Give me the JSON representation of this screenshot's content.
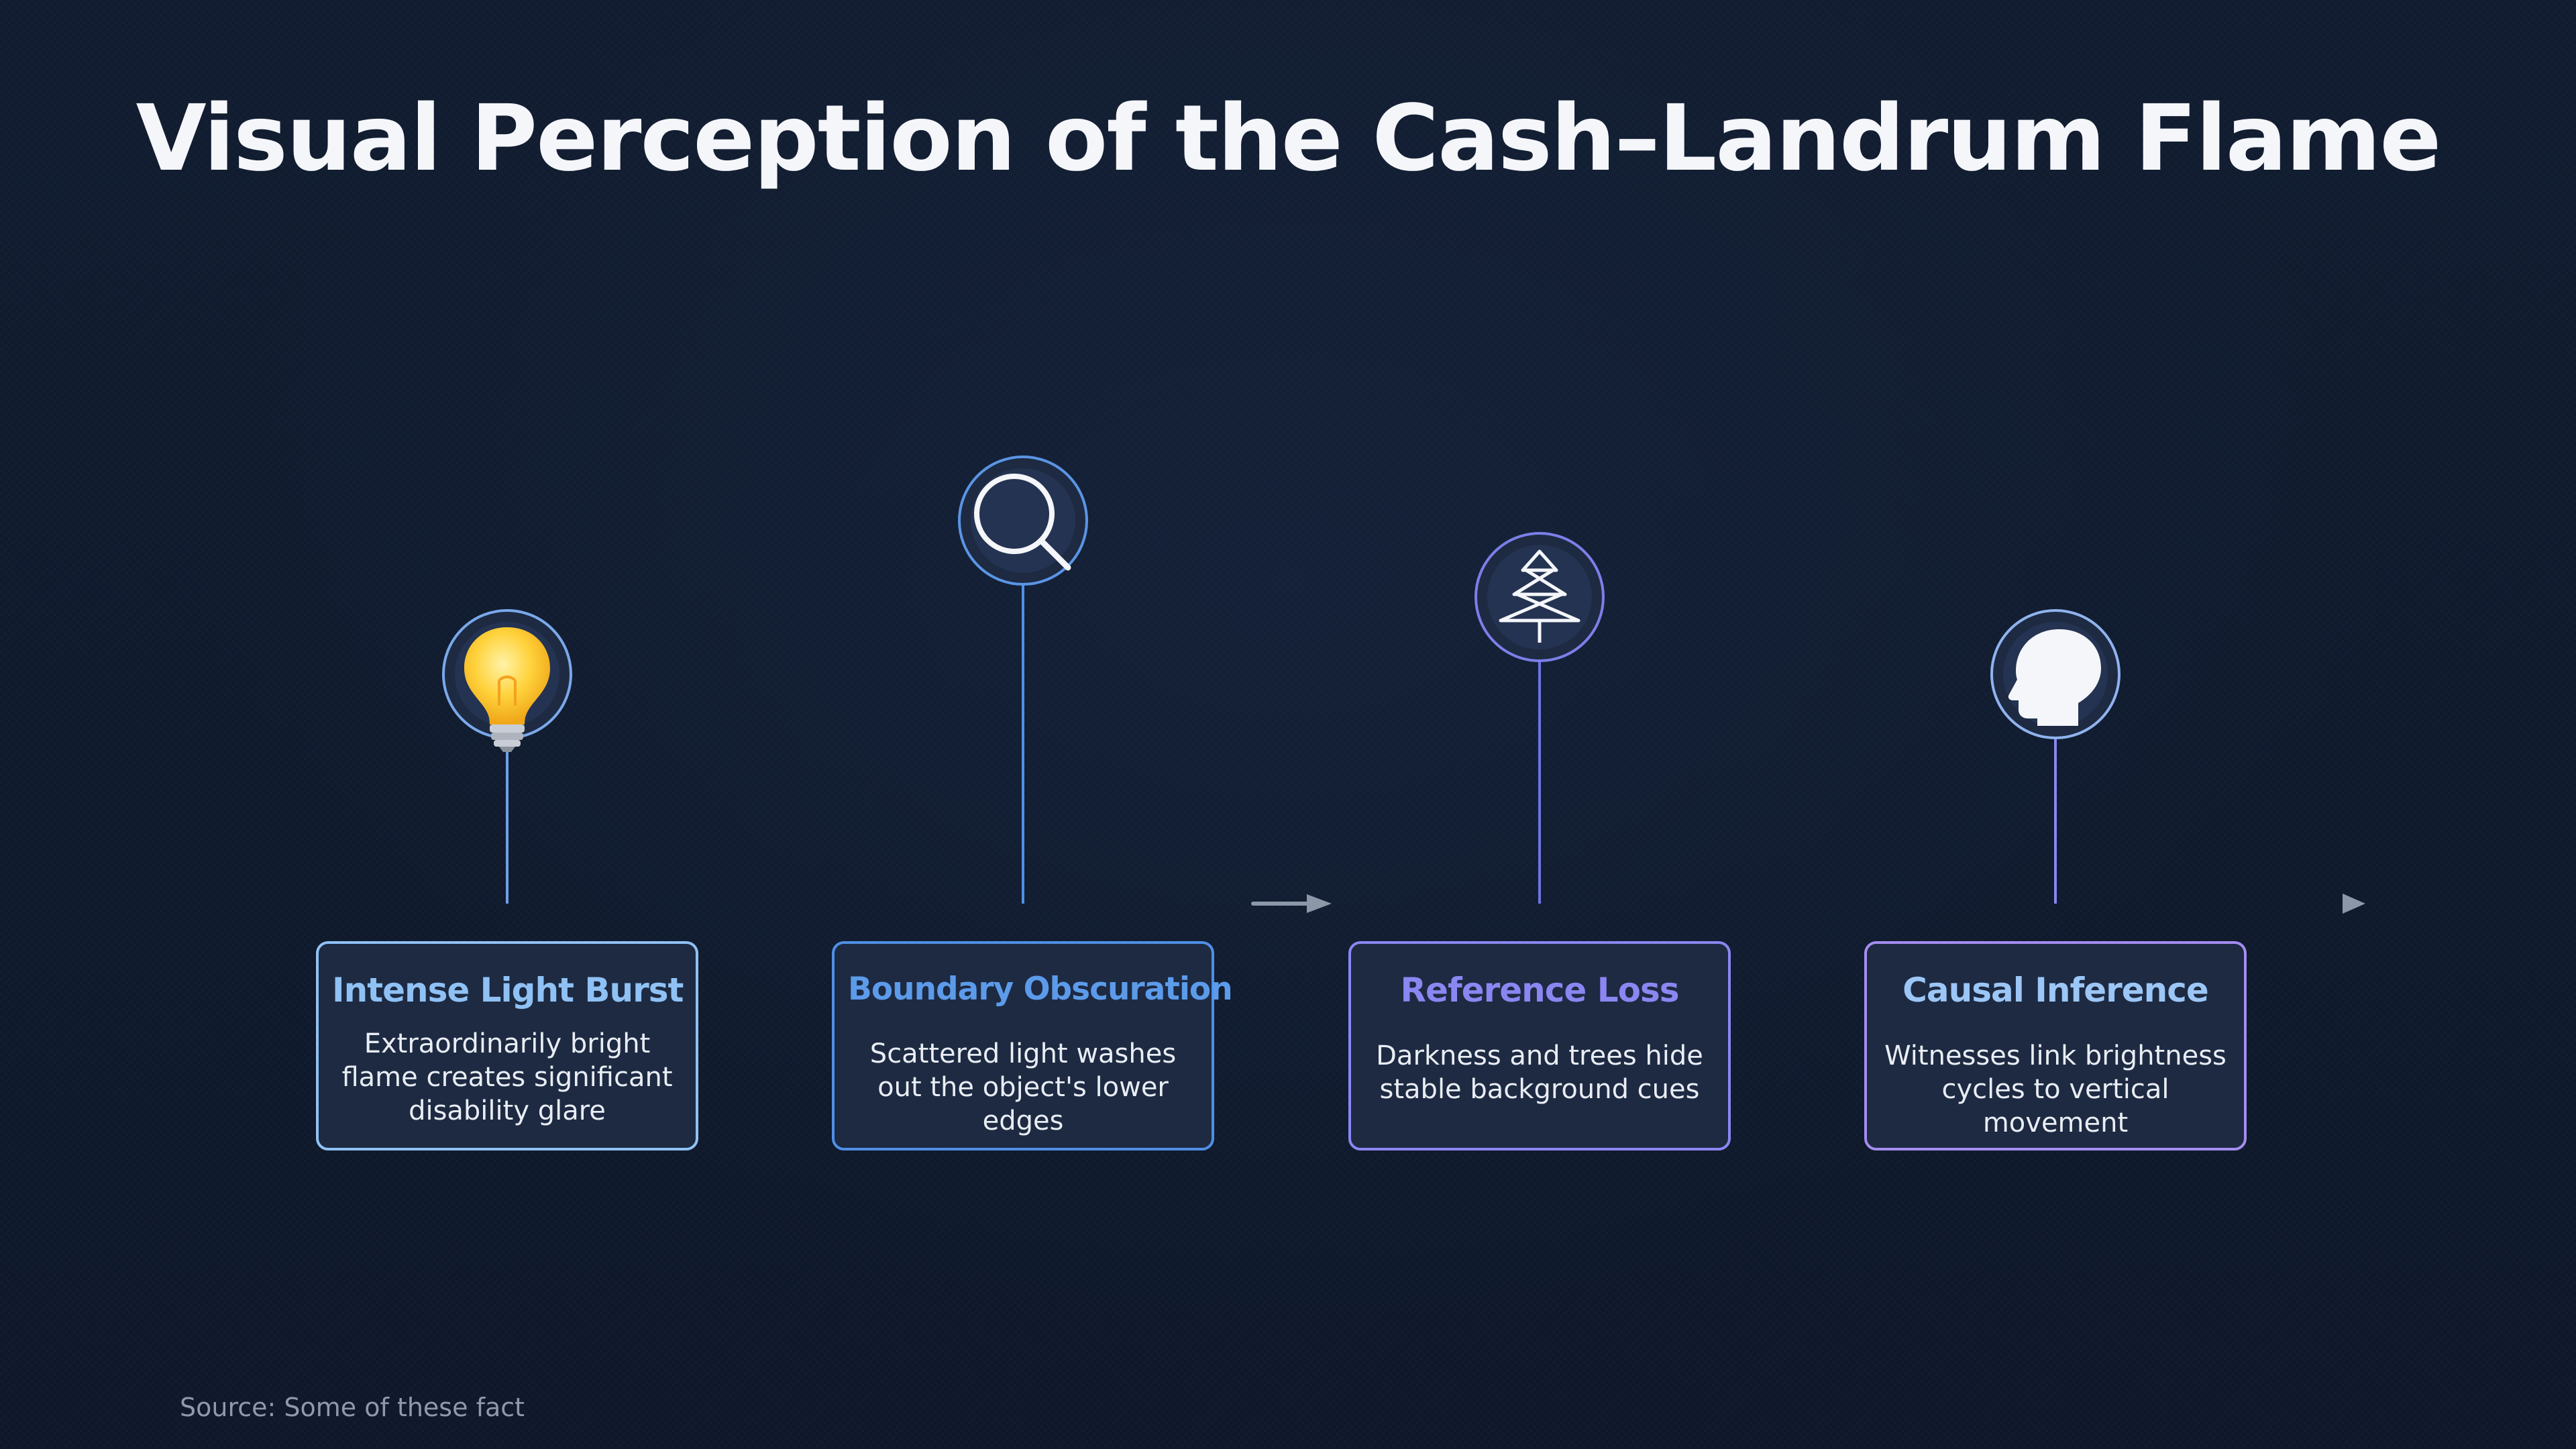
{
  "title": "Visual Perception of the Cash–Landrum Flame",
  "source": "Source: Some of these fact",
  "colors": {
    "background": "#0f1a2e",
    "axis": "#2b3548",
    "arrow": "#8c97a8",
    "card_fill": "#1d2a42",
    "stage1": "#8fc1f4",
    "stage2": "#4f8fe6",
    "stage3": "#8b86f2",
    "stage4": "#9cc6f6"
  },
  "stages": [
    {
      "icon": "lightbulb-icon",
      "title": "Intense Light Burst",
      "description": "Extraordinarily bright flame creates significant disability glare"
    },
    {
      "icon": "magnifier-icon",
      "title": "Boundary Obscuration",
      "description": "Scattered light washes out the object's lower edges"
    },
    {
      "icon": "tree-icon",
      "title": "Reference Loss",
      "description": "Darkness and trees hide stable background cues"
    },
    {
      "icon": "head-icon",
      "title": "Causal Inference",
      "description": "Witnesses link brightness cycles to vertical movement"
    }
  ]
}
